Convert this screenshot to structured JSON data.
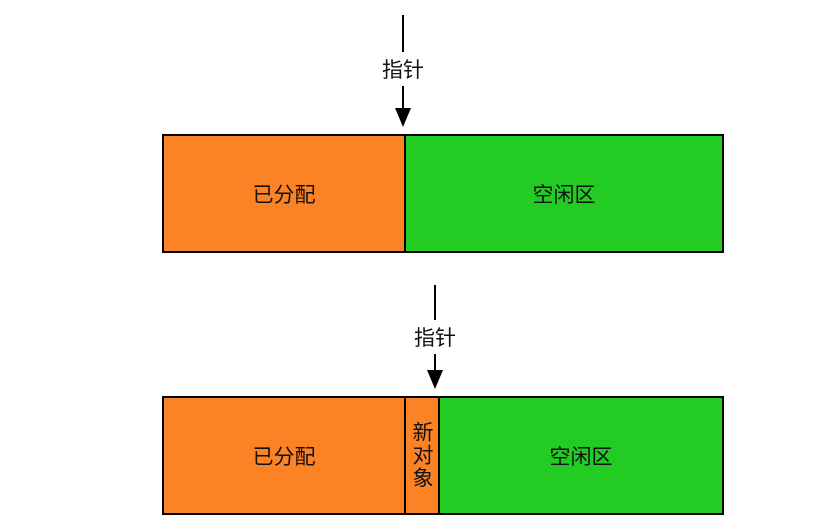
{
  "diagram": {
    "colors": {
      "allocated": "#fc8325",
      "free": "#22cc22",
      "new_object": "#fc8325",
      "border": "#000000"
    },
    "top": {
      "pointer_label": "指针",
      "segments": [
        {
          "label": "已分配",
          "type": "allocated"
        },
        {
          "label": "空闲区",
          "type": "free"
        }
      ]
    },
    "bottom": {
      "pointer_label": "指针",
      "segments": [
        {
          "label": "已分配",
          "type": "allocated"
        },
        {
          "label": "新对象",
          "type": "new_object"
        },
        {
          "label": "空闲区",
          "type": "free"
        }
      ]
    }
  }
}
